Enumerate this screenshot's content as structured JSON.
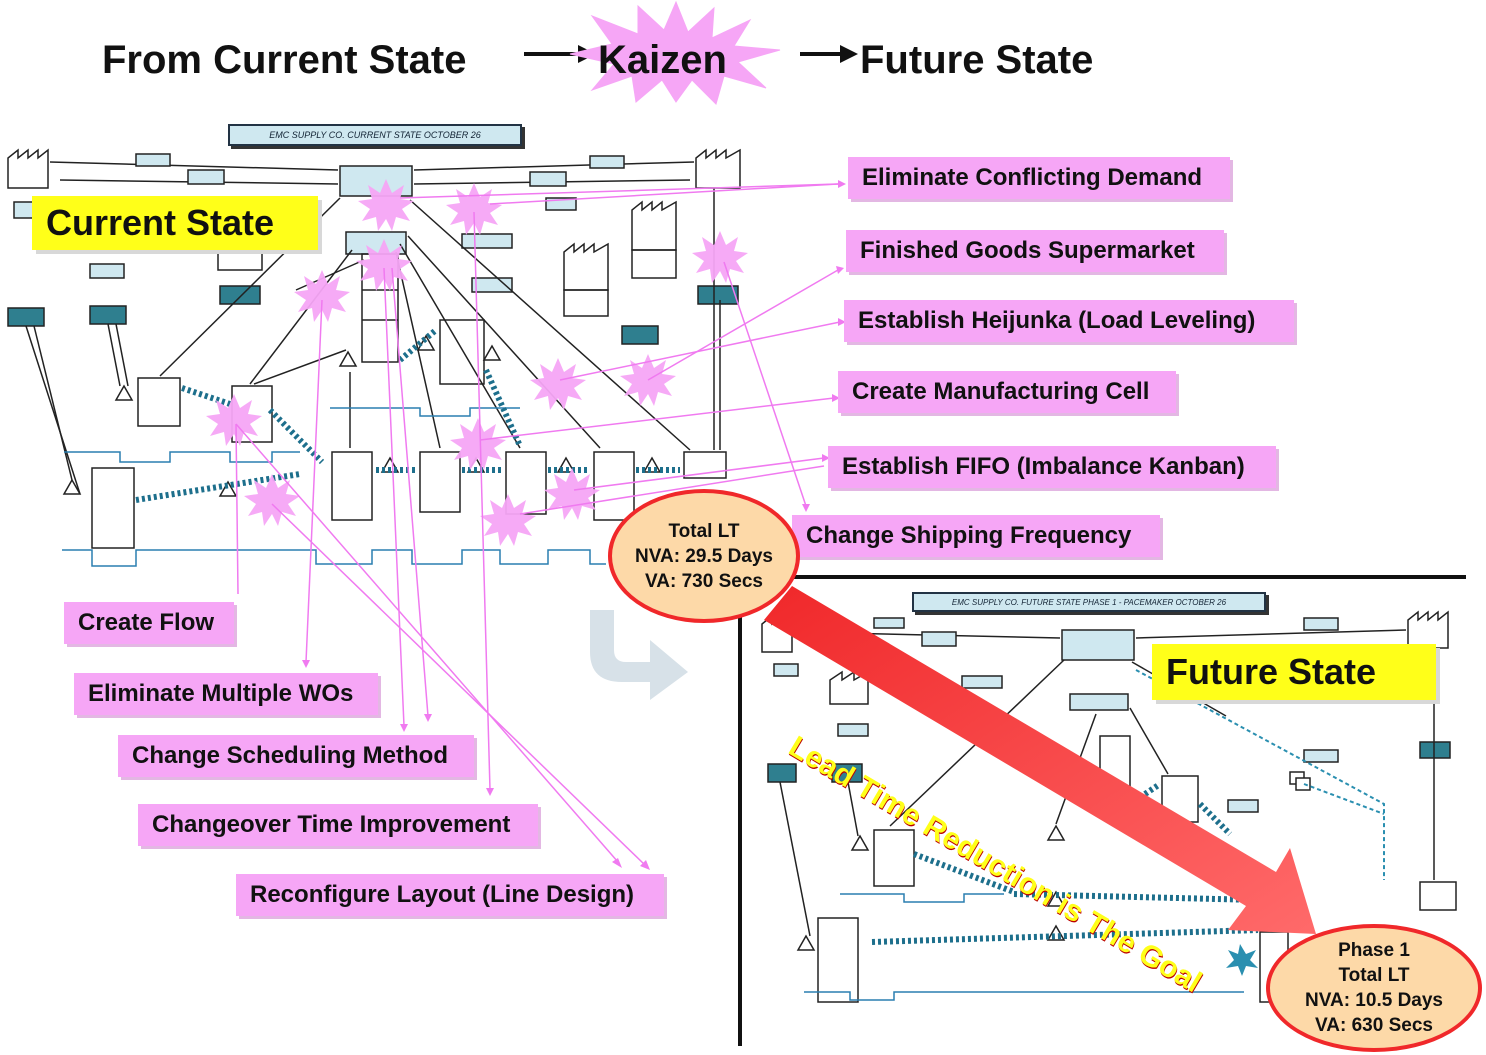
{
  "header": {
    "from": "From Current State",
    "kaizen": "Kaizen",
    "future": "Future State"
  },
  "current_map": {
    "title": "EMC SUPPLY CO.  CURRENT STATE  OCTOBER 26",
    "label": "Current State"
  },
  "future_map": {
    "title": "EMC SUPPLY CO.  FUTURE STATE  PHASE 1 - PACEMAKER  OCTOBER 26",
    "label": "Future State"
  },
  "kaizen_items": {
    "right": [
      "Eliminate Conflicting Demand",
      "Finished Goods Supermarket",
      "Establish Heijunka (Load Leveling)",
      "Create Manufacturing Cell",
      "Establish FIFO (Imbalance Kanban)",
      "Change Shipping Frequency"
    ],
    "left": [
      "Create Flow",
      "Eliminate Multiple WOs",
      "Change Scheduling Method",
      "Changeover Time Improvement",
      "Reconfigure Layout (Line Design)"
    ]
  },
  "current_lt": {
    "line1": "Total LT",
    "line2": "NVA: 29.5 Days",
    "line3": "VA: 730 Secs"
  },
  "future_lt": {
    "line1": "Phase 1",
    "line2": "Total LT",
    "line3": "NVA: 10.5 Days",
    "line4": "VA: 630 Secs"
  },
  "goal_banner": "Lead Time Reduction is The Goal",
  "colors": {
    "pink_label": "#f6a6f6",
    "yellow_label": "#ffff19",
    "burst": "#f6a6f6",
    "oval_fill": "#fdd9a8",
    "oval_border": "#f0282a",
    "flow_dots": "#1d6f8c",
    "arrow_red": "#f0282a"
  }
}
